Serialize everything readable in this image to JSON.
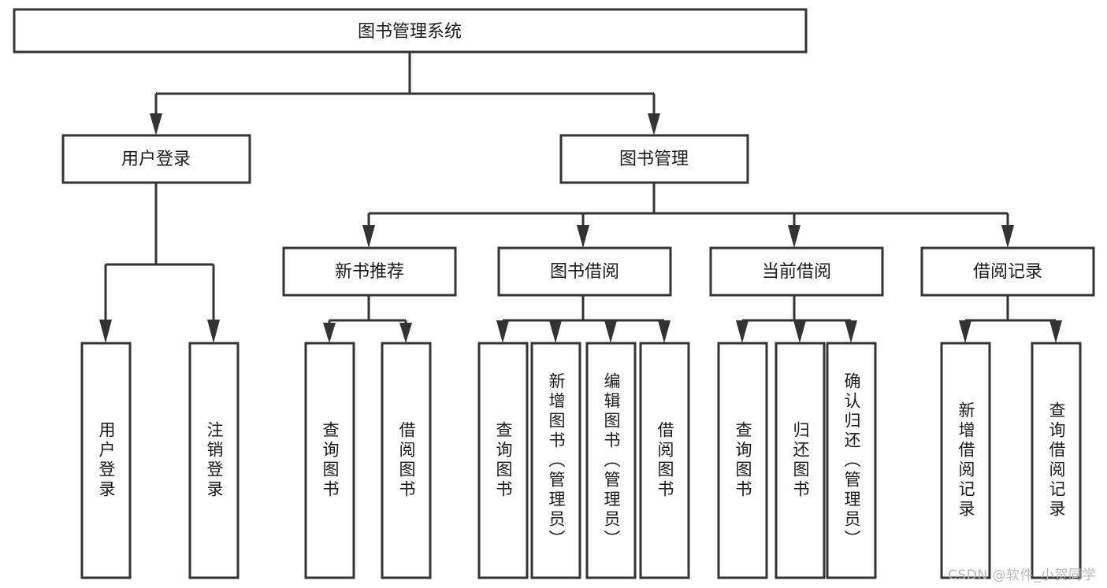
{
  "diagram": {
    "title": "图书管理系统",
    "type": "tree",
    "watermark": "CSDN @软件_小贺同学",
    "colors": {
      "stroke": "#333333",
      "fill": "#ffffff",
      "text": "#1a1a1a",
      "watermark": "#b8b8b8"
    },
    "levels": {
      "root": {
        "label": "图书管理系统"
      },
      "level2": [
        {
          "id": "user-login",
          "label": "用户登录"
        },
        {
          "id": "book-manage",
          "label": "图书管理"
        }
      ],
      "level3": [
        {
          "id": "new-book-rec",
          "label": "新书推荐",
          "parent": "book-manage"
        },
        {
          "id": "book-borrow",
          "label": "图书借阅",
          "parent": "book-manage"
        },
        {
          "id": "current-borrow",
          "label": "当前借阅",
          "parent": "book-manage"
        },
        {
          "id": "borrow-record",
          "label": "借阅记录",
          "parent": "book-manage"
        }
      ],
      "leaves": [
        {
          "id": "leaf-user-login",
          "label": "用户登录",
          "parent": "user-login"
        },
        {
          "id": "leaf-logout",
          "label": "注销登录",
          "parent": "user-login"
        },
        {
          "id": "leaf-query-book-1",
          "label": "查询图书",
          "parent": "new-book-rec"
        },
        {
          "id": "leaf-borrow-book-1",
          "label": "借阅图书",
          "parent": "new-book-rec"
        },
        {
          "id": "leaf-query-book-2",
          "label": "查询图书",
          "parent": "book-borrow"
        },
        {
          "id": "leaf-add-book",
          "label": "新增图书（管理员）",
          "parent": "book-borrow"
        },
        {
          "id": "leaf-edit-book",
          "label": "编辑图书（管理员）",
          "parent": "book-borrow"
        },
        {
          "id": "leaf-borrow-book-2",
          "label": "借阅图书",
          "parent": "book-borrow"
        },
        {
          "id": "leaf-query-book-3",
          "label": "查询图书",
          "parent": "current-borrow"
        },
        {
          "id": "leaf-return-book",
          "label": "归还图书",
          "parent": "current-borrow"
        },
        {
          "id": "leaf-confirm-return",
          "label": "确认归还（管理员）",
          "parent": "current-borrow"
        },
        {
          "id": "leaf-add-record",
          "label": "新增借阅记录",
          "parent": "borrow-record"
        },
        {
          "id": "leaf-query-record",
          "label": "查询借阅记录",
          "parent": "borrow-record"
        }
      ]
    }
  }
}
